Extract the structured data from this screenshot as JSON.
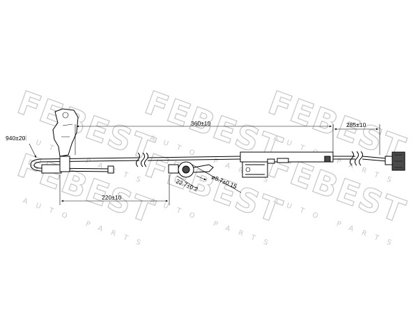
{
  "watermark": {
    "brand": "FEBEST",
    "subtitle": "AUTO PARTS"
  },
  "dimensions": {
    "overall_length": "940±20",
    "segment_mid": "360±10",
    "segment_end": "285±10",
    "segment_start": "220±10",
    "bracket_width": "22.7±0.2",
    "hole_diameter": "ø8.7±0.15"
  }
}
